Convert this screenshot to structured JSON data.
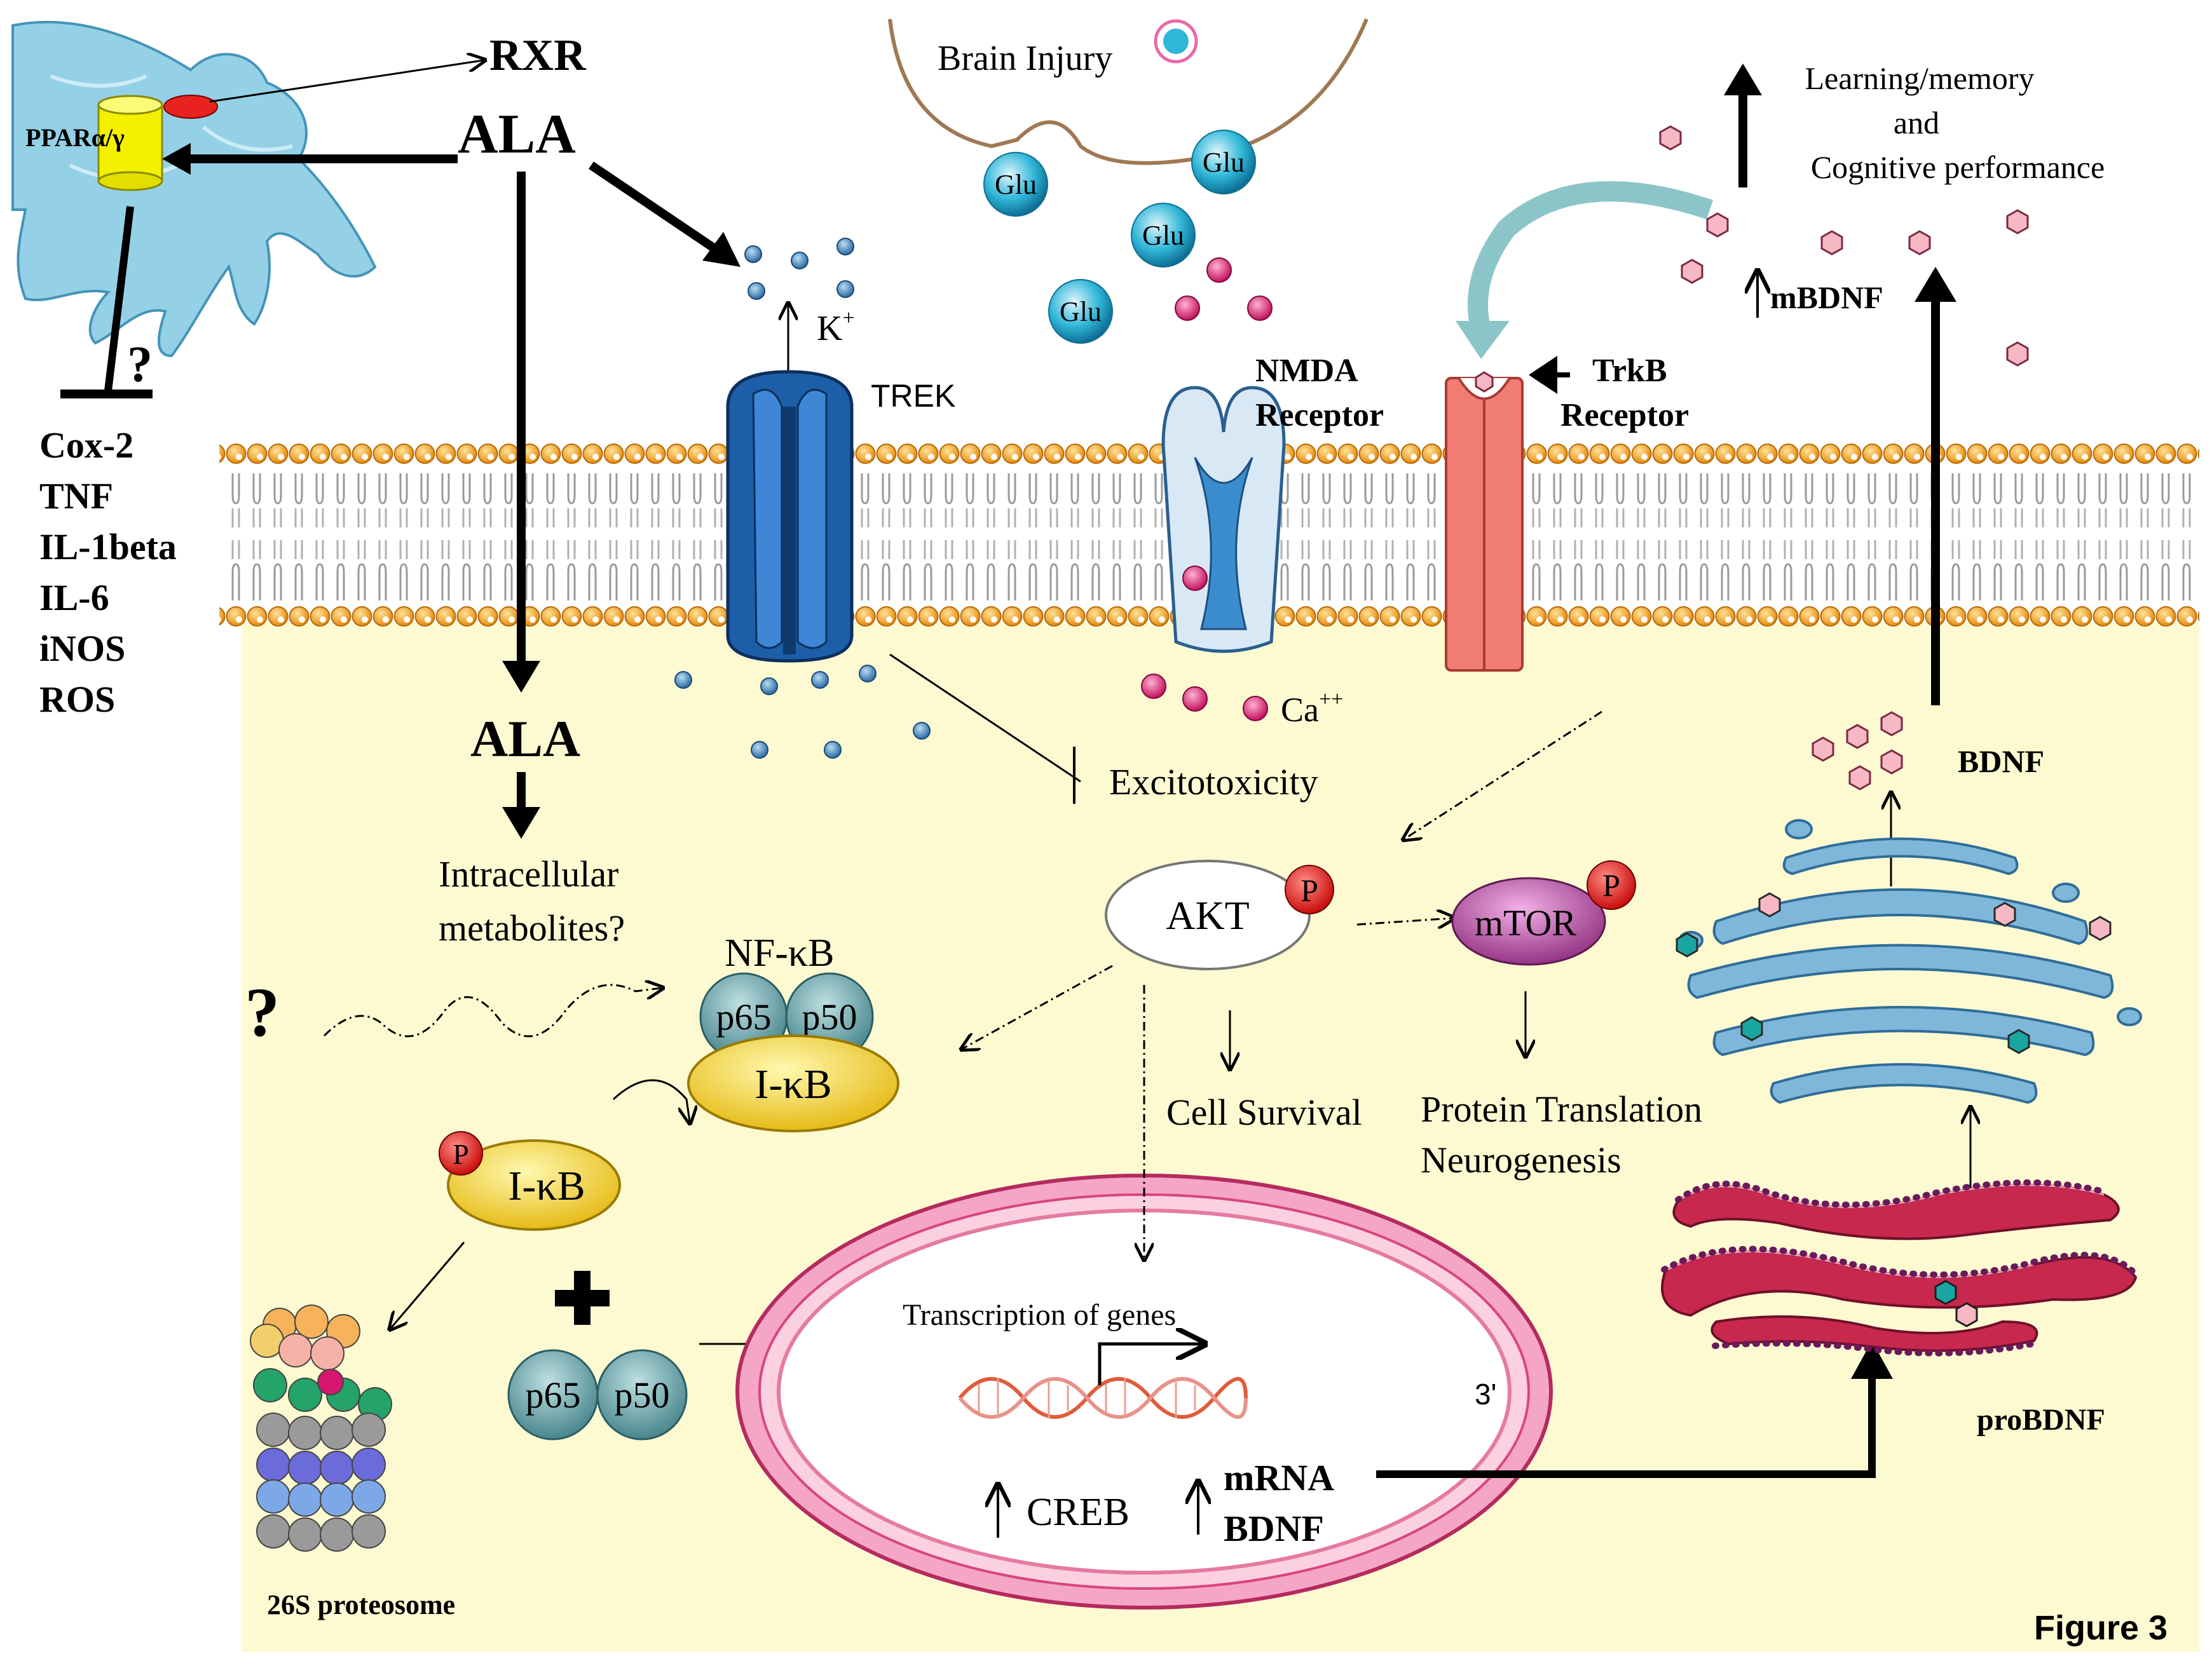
{
  "labels": {
    "rxr": "RXR",
    "ala_top": "ALA",
    "ppar": "PPARα/γ",
    "question_top": "?",
    "inflammatory": [
      "Cox-2",
      "TNF",
      "IL-1beta",
      "IL-6",
      "iNOS",
      "ROS"
    ],
    "brain_injury": "Brain Injury",
    "glu": "Glu",
    "k_ion": "K",
    "k_sup": "+",
    "trek": "TREK",
    "nmda": [
      "NMDA",
      "Receptor"
    ],
    "trkb": [
      "TrkB",
      "Receptor"
    ],
    "learning": [
      "Learning/memory",
      "and",
      "Cognitive performance"
    ],
    "mbdnf": "mBDNF",
    "ala_inside": "ALA",
    "metabolites": [
      "Intracellular",
      "metabolites?"
    ],
    "excitotoxicity": "Excitotoxicity",
    "ca": "Ca",
    "ca_sup": "++",
    "bdnf": "BDNF",
    "akt": "AKT",
    "mtor": "mTOR",
    "p": "P",
    "question_mid": "?",
    "nfkb": "NF-κB",
    "p65": "p65",
    "p50": "p50",
    "ikb": "I-κB",
    "cell_survival": "Cell Survival",
    "protein_translation": [
      "Protein Translation",
      "Neurogenesis"
    ],
    "transcription": "Transcription of genes",
    "three_prime": "3'",
    "creb": "CREB",
    "mrna_bdnf": [
      "mRNA",
      "BDNF"
    ],
    "probdnf": "proBDNF",
    "proteosome": "26S proteosome",
    "figure": "Figure 3"
  },
  "colors": {
    "cytoplasm": "#fdfad2",
    "lipid_head": "#f5a51c",
    "astrocyte": "#8fcfe6",
    "ppar": "#f4f000",
    "trek": "#1d5ea8",
    "trkb": "#f07c74",
    "nfkb_subunit": "#5a9aa0",
    "ikb": "#f2d21a",
    "phospho": "#e8231f",
    "mtor": "#b03a9a",
    "ca_ion": "#d6166e",
    "nucleus": "#e96a9a",
    "er": "#c8284e",
    "golgi": "#7fb7da"
  }
}
